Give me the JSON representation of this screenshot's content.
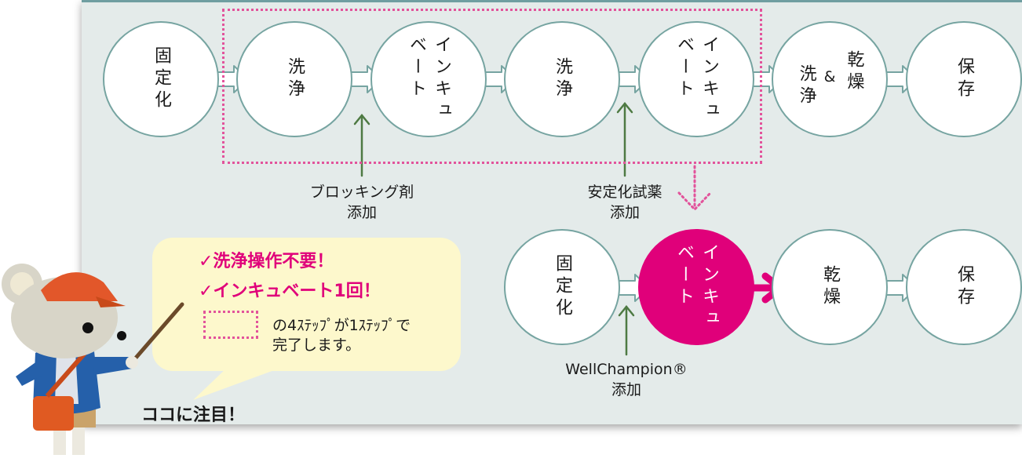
{
  "colors": {
    "accent": "#e0007a",
    "teal": "#76a4a1",
    "panel": "#e4ebea",
    "bubble": "#fdf8cc"
  },
  "conventional_flow": {
    "steps": [
      {
        "lines": [
          "固定化"
        ]
      },
      {
        "lines": [
          "洗浄"
        ]
      },
      {
        "lines": [
          "インキュ",
          "ベート"
        ]
      },
      {
        "lines": [
          "洗浄"
        ]
      },
      {
        "lines": [
          "インキュ",
          "ベート"
        ]
      },
      {
        "lines": [
          "乾燥",
          "洗浄"
        ],
        "joiner": "&"
      },
      {
        "lines": [
          "保存"
        ]
      }
    ],
    "annotations": [
      {
        "lines": [
          "ブロッキング剤",
          "添加"
        ]
      },
      {
        "lines": [
          "安定化試薬",
          "添加"
        ]
      }
    ]
  },
  "new_flow": {
    "steps": [
      {
        "lines": [
          "固定化"
        ]
      },
      {
        "lines": [
          "インキュ",
          "ベート"
        ],
        "highlight": true
      },
      {
        "lines": [
          "乾燥"
        ]
      },
      {
        "lines": [
          "保存"
        ]
      }
    ],
    "annotation": {
      "lines": [
        "WellChampion®",
        "添加"
      ]
    }
  },
  "callout": {
    "check1": "✓洗浄操作不要！",
    "check2": "✓インキュベート1回！",
    "note_line1": "の4ｽﾃｯﾌﾟが1ｽﾃｯﾌﾟで",
    "note_line2": "完了します。",
    "attention": "ココに注目！"
  },
  "mascot": {
    "icon": "mouse-teacher-mascot-icon"
  }
}
